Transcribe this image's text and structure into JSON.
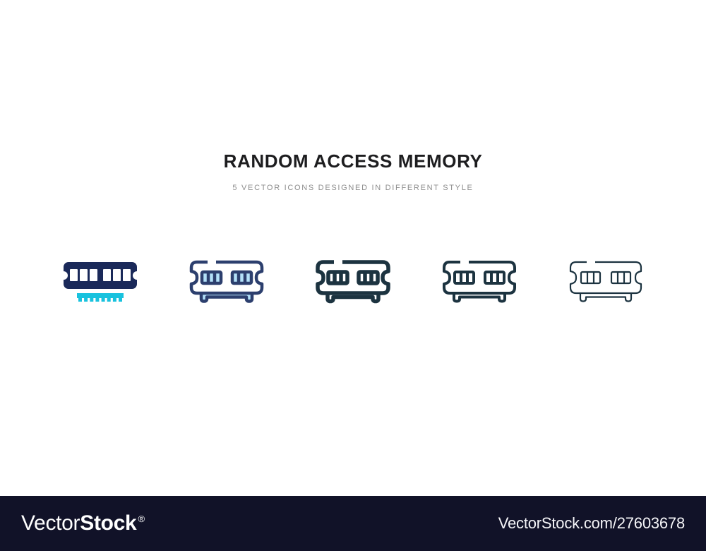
{
  "header": {
    "title": "RANDOM ACCESS MEMORY",
    "subtitle": "5 VECTOR ICONS DESIGNED IN DIFFERENT STYLE"
  },
  "icons": [
    {
      "label": "ram-filled-two-color",
      "style": "filled glyph, two color",
      "colors": {
        "body": "#1a2959",
        "chips": "#ffffff",
        "pins": "#18c2de"
      }
    },
    {
      "label": "ram-outline-two-color",
      "style": "outline with flat color fill",
      "stroke_width": 4.5,
      "colors": {
        "stroke": "#2c3f6e",
        "fill": "#b3e1f8"
      }
    },
    {
      "label": "ram-outline-bold",
      "style": "bold outline",
      "stroke_width": 5.5,
      "colors": {
        "stroke": "#1c3340"
      }
    },
    {
      "label": "ram-outline-regular",
      "style": "regular outline",
      "stroke_width": 4,
      "colors": {
        "stroke": "#1c3340"
      }
    },
    {
      "label": "ram-outline-thin",
      "style": "thin outline",
      "stroke_width": 2.2,
      "colors": {
        "stroke": "#1c3340"
      }
    }
  ],
  "footer": {
    "brand_light": "Vector",
    "brand_bold": "Stock",
    "registered_mark": "®",
    "image_url_text": "VectorStock.com/27603678",
    "background": "#111228",
    "text_color": "#ffffff"
  }
}
